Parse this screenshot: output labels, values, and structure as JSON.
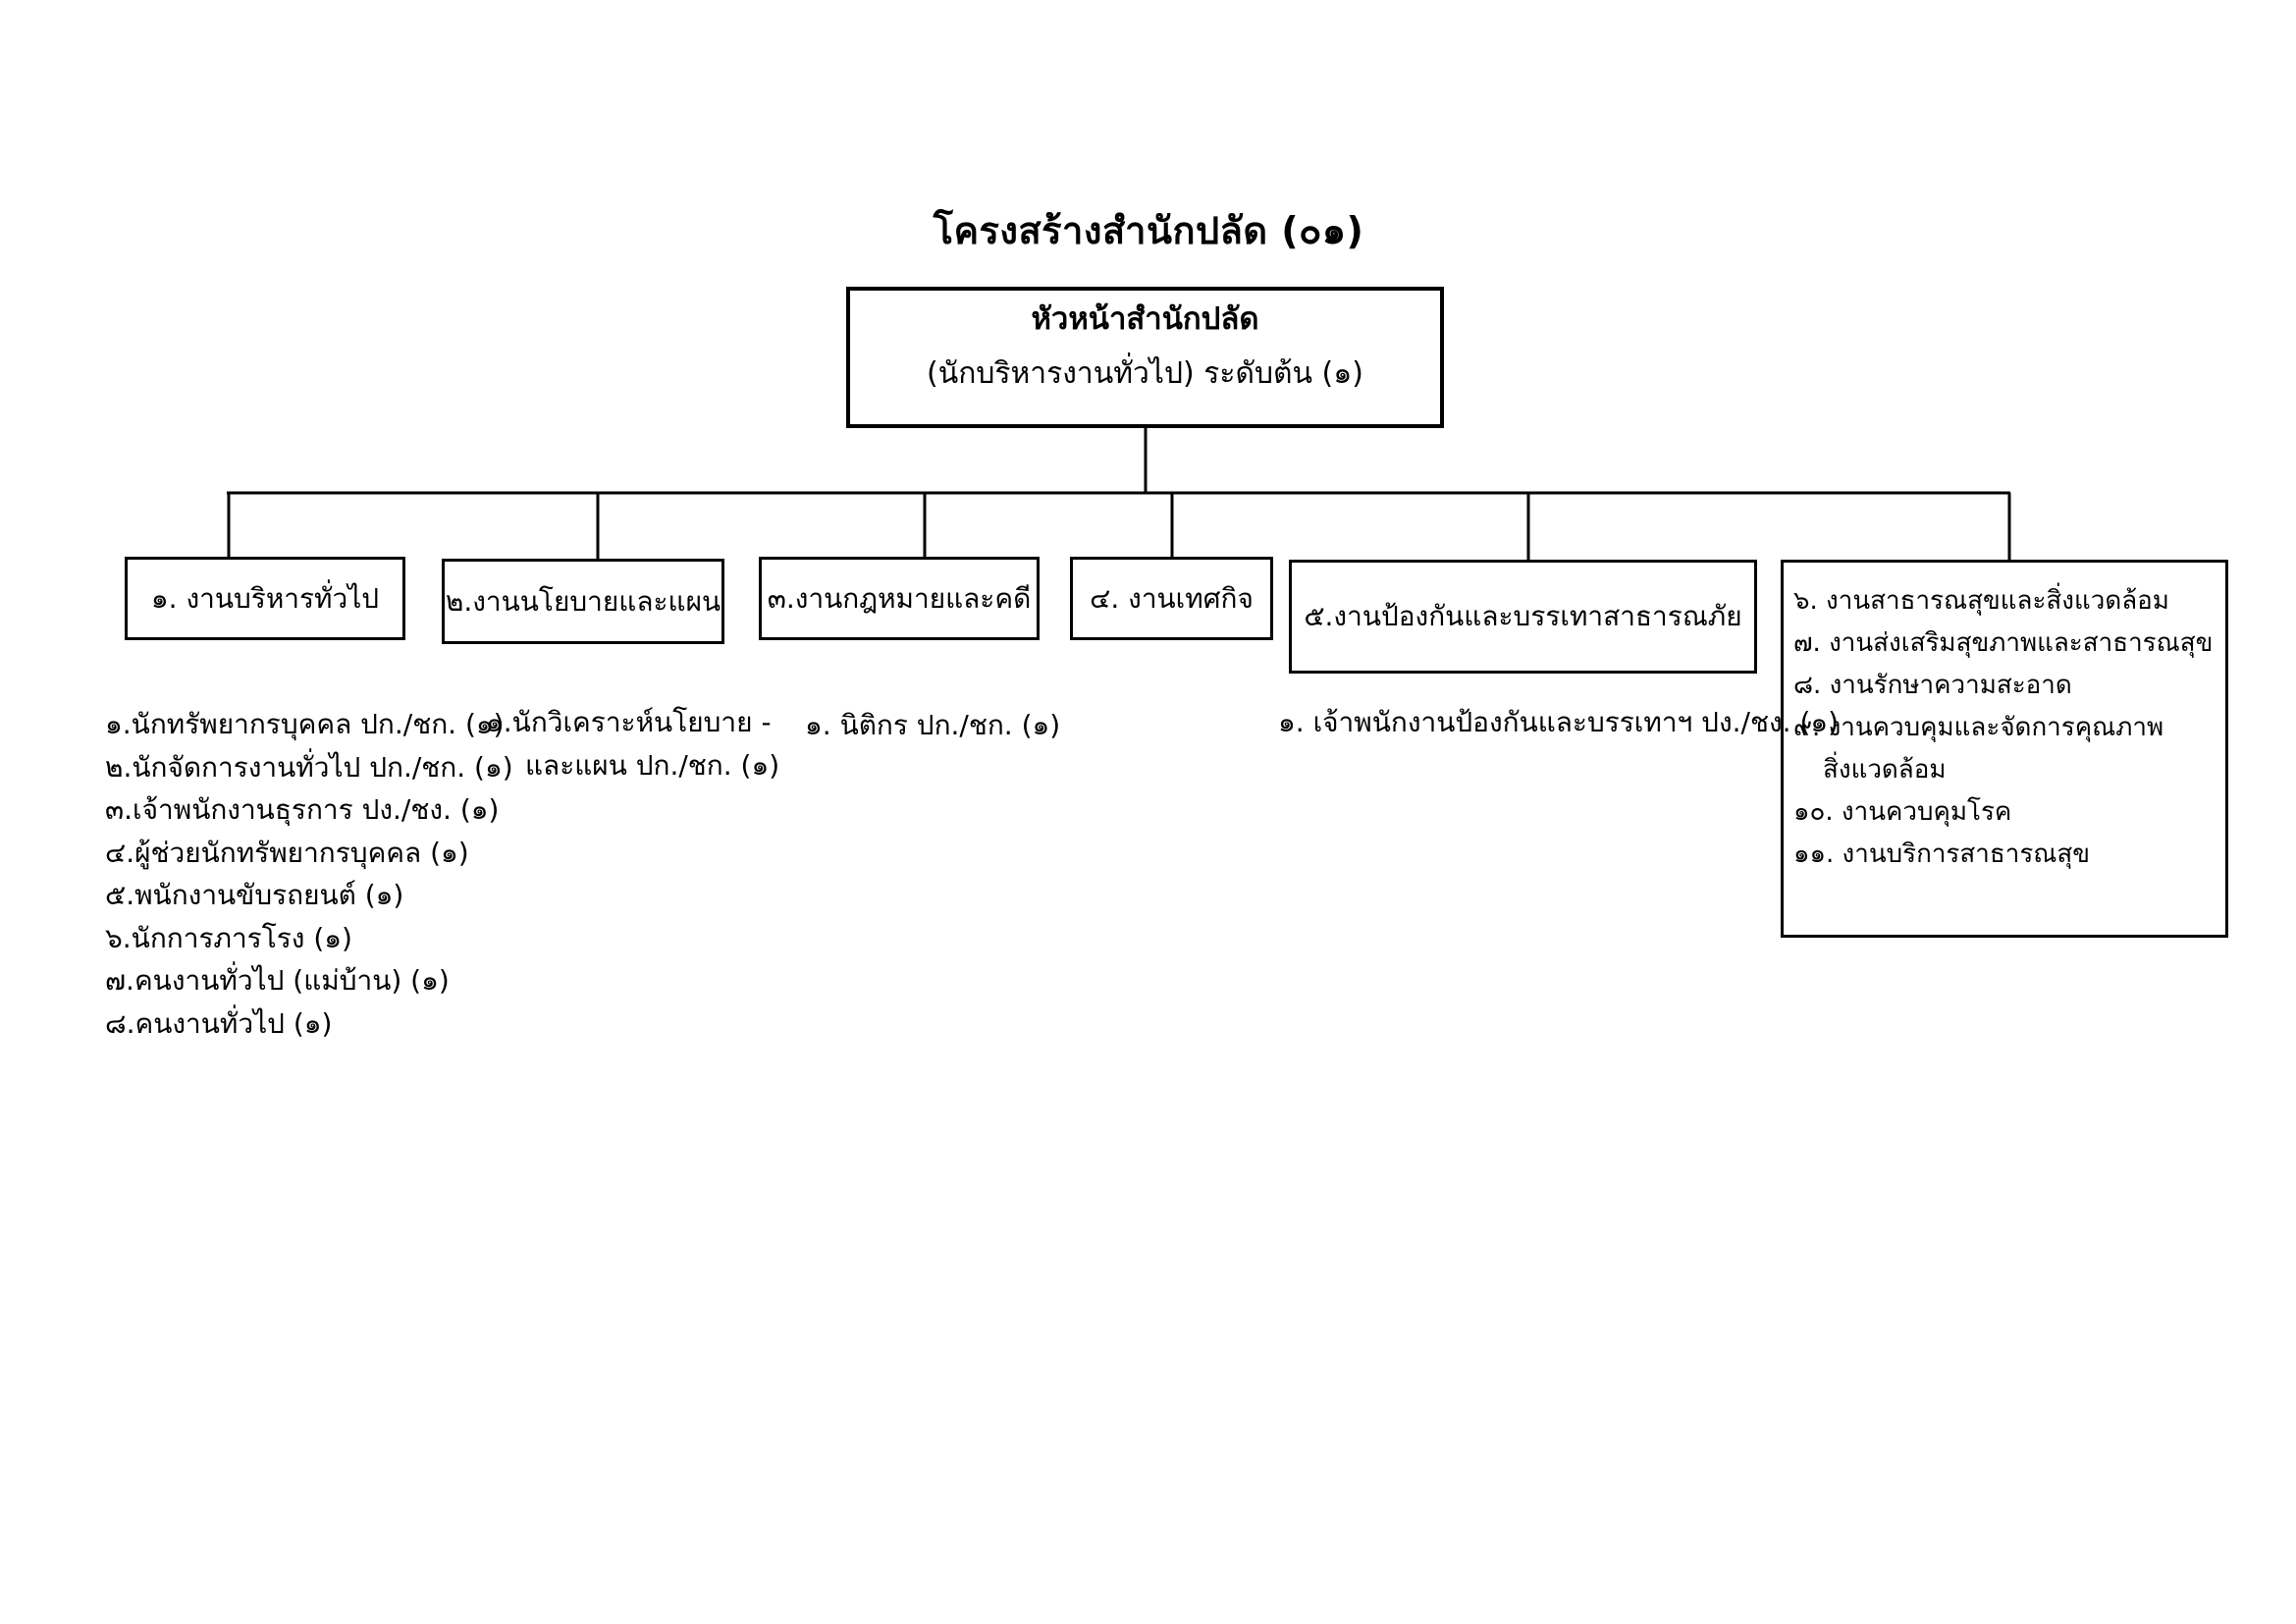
{
  "colors": {
    "background": "#ffffff",
    "line": "#000000",
    "text": "#000000"
  },
  "title": "โครงสร้างสำนักปลัด (๐๑)",
  "root_box": {
    "title": "หัวหน้าสำนักปลัด",
    "subtitle": "(นักบริหารงานทั่วไป) ระดับต้น (๑)"
  },
  "departments": {
    "general": {
      "label": "๑. งานบริหารทั่วไป"
    },
    "policy": {
      "label": "๒.งานนโยบายและแผน"
    },
    "legal": {
      "label": "๓.งานกฎหมายและคดี"
    },
    "municipal": {
      "label": "๔. งานเทศกิจ"
    },
    "disaster": {
      "label": "๕.งานป้องกันและบรรเทาสาธารณภัย"
    },
    "health": {
      "lines": [
        "๖. งานสาธารณสุขและสิ่งแวดล้อม",
        "๗. งานส่งเสริมสุขภาพและสาธารณสุข",
        "๘. งานรักษาความสะอาด",
        "๙. งานควบคุมและจัดการคุณภาพ",
        "สิ่งแวดล้อม",
        "๑๐. งานควบคุมโรค",
        "๑๑. งานบริการสาธารณสุข"
      ]
    }
  },
  "staff_lists": {
    "general": [
      "๑.นักทรัพยากรบุคคล ปก./ชก. (๑)",
      "๒.นักจัดการงานทั่วไป ปก./ชก. (๑)",
      "๓.เจ้าพนักงานธุรการ ปง./ชง. (๑)",
      "๔.ผู้ช่วยนักทรัพยากรบุคคล (๑)",
      "๕.พนักงานขับรถยนต์ (๑)",
      "๖.นักการภารโรง (๑)",
      "๗.คนงานทั่วไป (แม่บ้าน) (๑)",
      "๘.คนงานทั่วไป (๑)"
    ],
    "policy": [
      "๑.นักวิเคราะห์นโยบาย -",
      "และแผน ปก./ชก. (๑)"
    ],
    "legal": [
      "๑. นิติกร ปก./ชก. (๑)"
    ],
    "disaster": [
      "๑. เจ้าพนักงานป้องกันและบรรเทาฯ ปง./ชง. (๑)"
    ]
  }
}
